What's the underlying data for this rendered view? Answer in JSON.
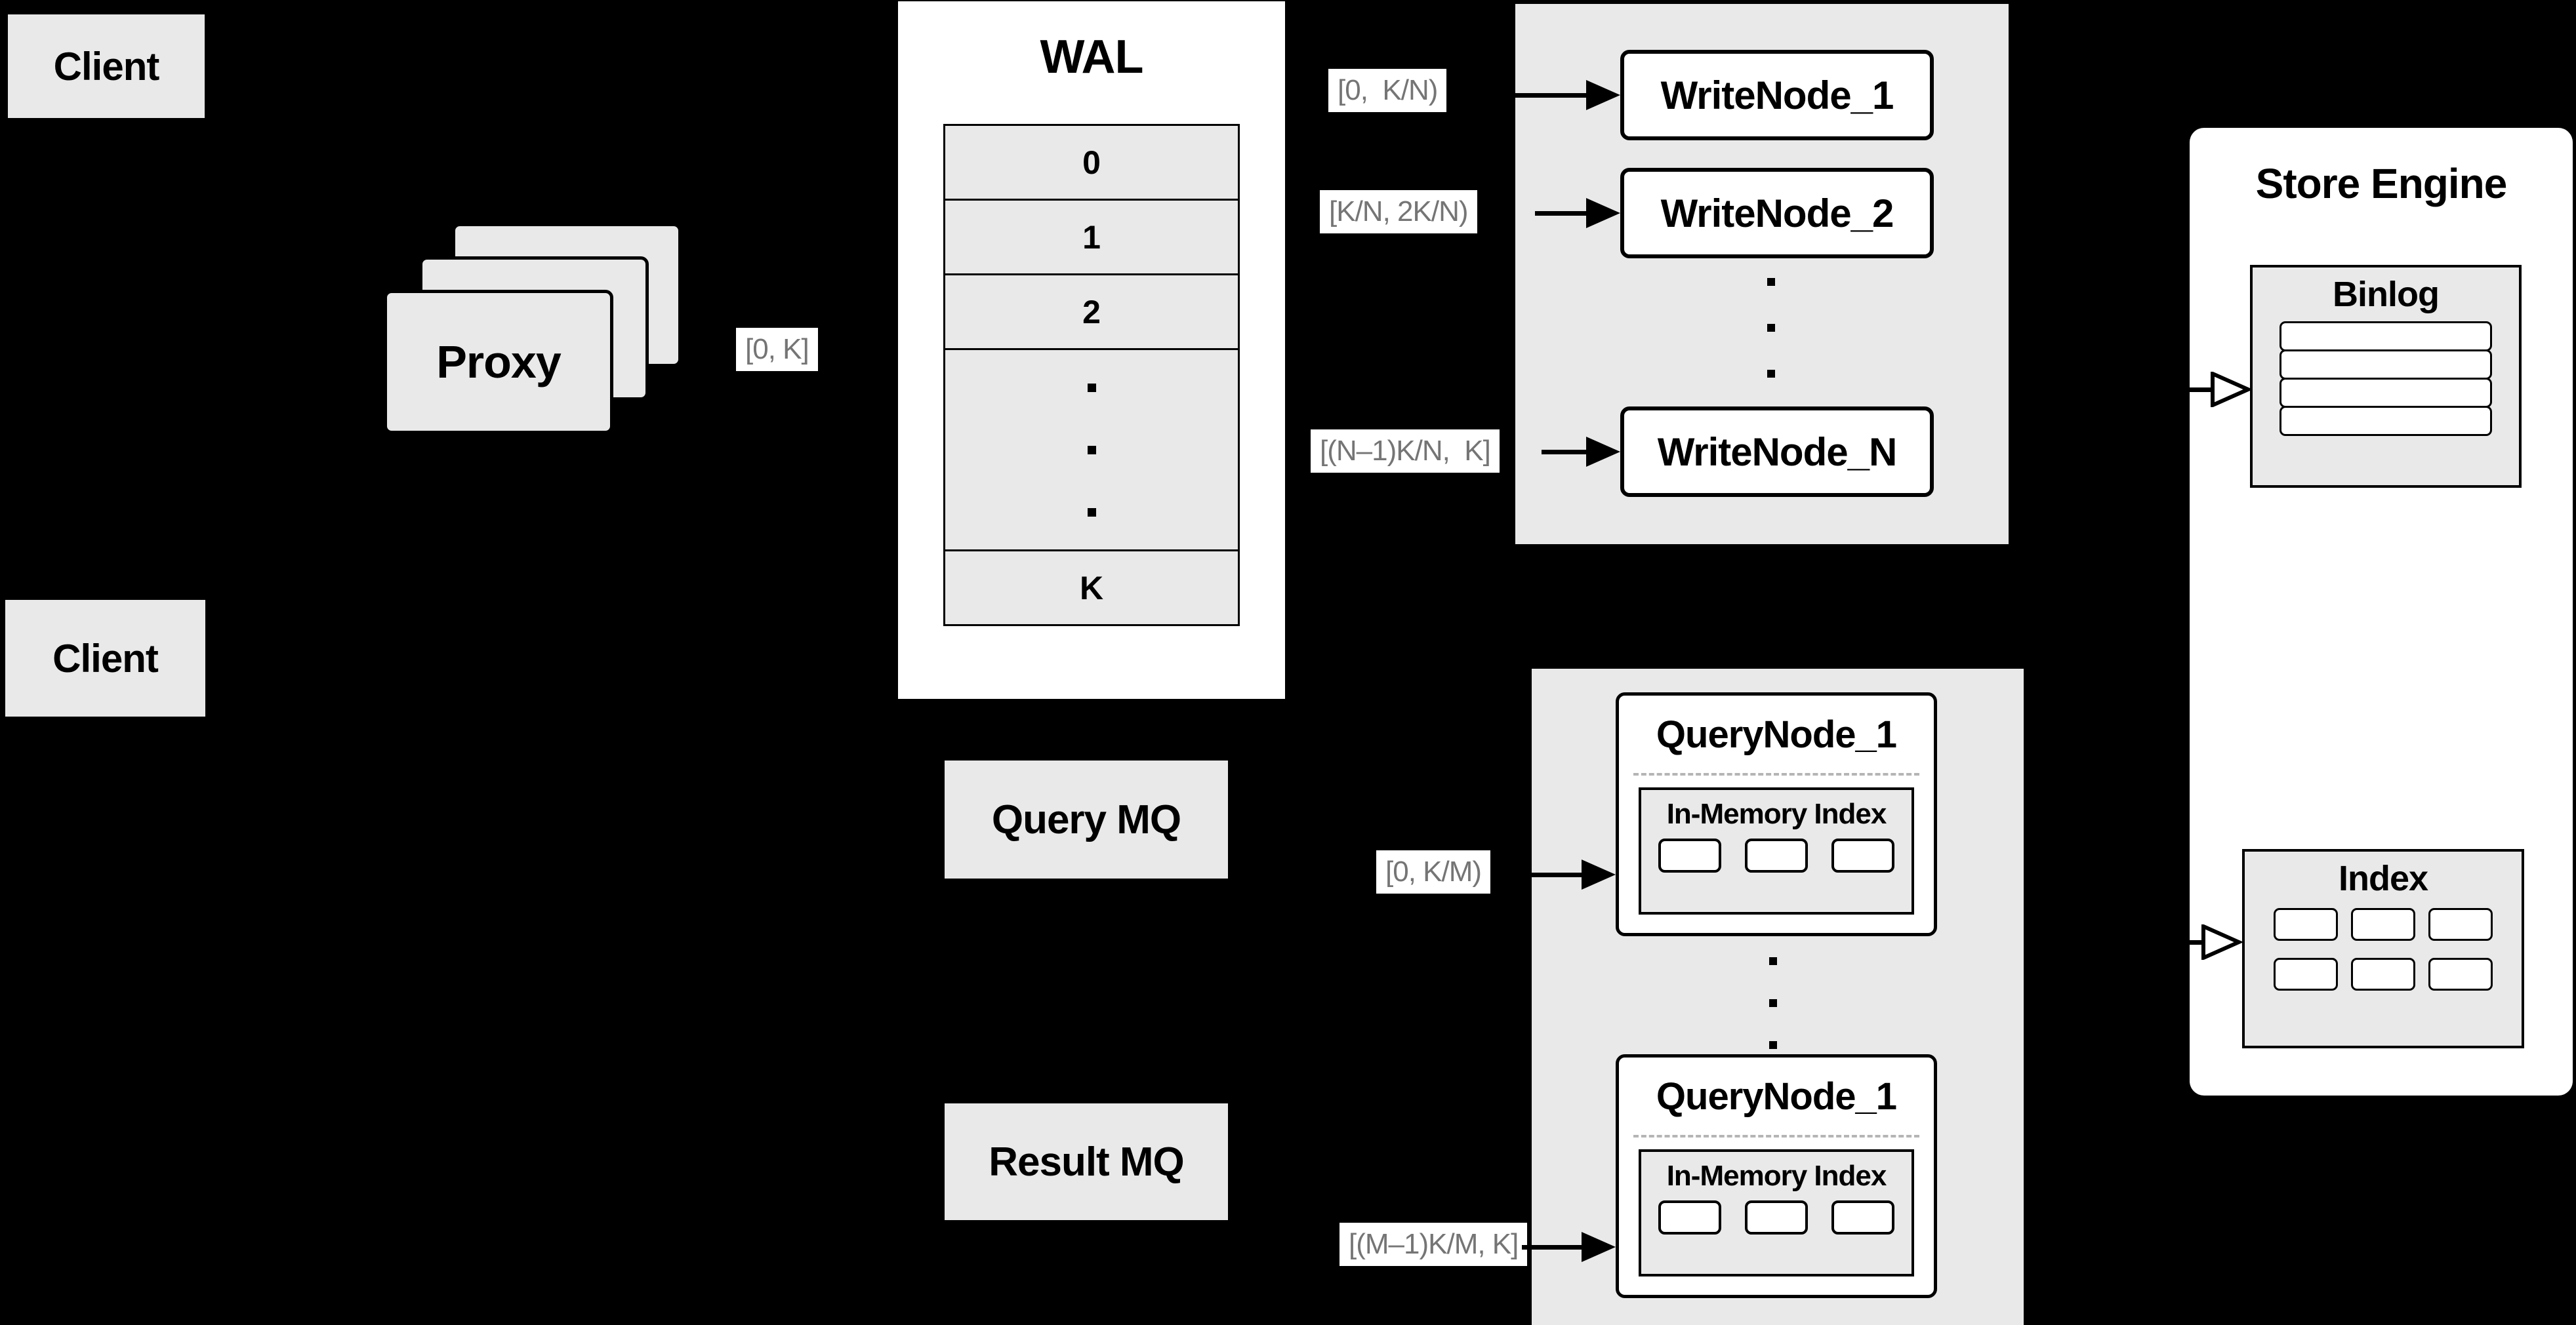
{
  "colors": {
    "background": "#000000",
    "panel_white": "#ffffff",
    "box_gray": "#e9e9e9",
    "border_black": "#000000",
    "interval_text_gray": "#757575",
    "dashed_separator_gray": "#b5b5b5"
  },
  "client_top": {
    "label": "Client"
  },
  "client_bottom": {
    "label": "Client"
  },
  "proxy": {
    "label": "Proxy",
    "out_interval": "[0, K]"
  },
  "wal": {
    "title": "WAL",
    "rows": [
      "0",
      "1",
      "2",
      "K"
    ],
    "ellipsis": "⋮"
  },
  "write_group": {
    "intervals": [
      "[0,  K/N)",
      "[K/N, 2K/N)",
      "[(N–1)K/N,  K]"
    ],
    "nodes": [
      "WriteNode_1",
      "WriteNode_2",
      "WriteNode_N"
    ],
    "ellipsis": "⋮"
  },
  "query_mq": {
    "label": "Query MQ"
  },
  "result_mq": {
    "label": "Result MQ"
  },
  "query_group": {
    "intervals": [
      "[0, K/M)",
      "[(M–1)K/M, K]"
    ],
    "nodes": [
      {
        "title": "QueryNode_1",
        "inner_title": "In-Memory Index"
      },
      {
        "title": "QueryNode_1",
        "inner_title": "In-Memory Index"
      }
    ],
    "ellipsis": "⋮"
  },
  "store_engine": {
    "title": "Store Engine",
    "binlog_title": "Binlog",
    "index_title": "Index"
  }
}
